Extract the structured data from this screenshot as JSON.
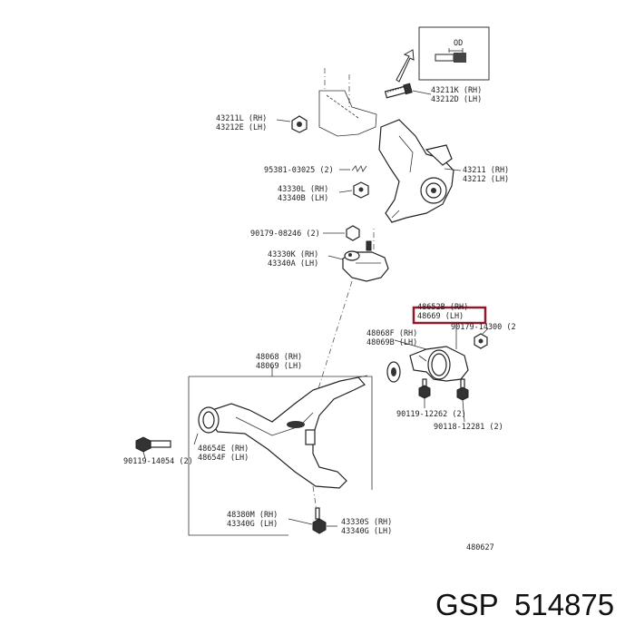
{
  "labels": {
    "od": "OD",
    "k43211k": "43211K (RH)",
    "k43212d": "43212D (LH)",
    "k43211l": "43211L (RH)",
    "k43212e": "43212E (LH)",
    "k95381": "95381-03025 (2)",
    "k43211": "43211 (RH)",
    "k43212": "43212 (LH)",
    "k43330l": "43330L (RH)",
    "k43340b": "43340B (LH)",
    "k90179a": "90179-08246 (2)",
    "k43330k": "43330K (RH)",
    "k43340a": "43340A (LH)",
    "k48652b": "48652B (RH)",
    "k48669": "48669   (LH)",
    "k90179b": "90179-14300 (2",
    "k48068f": "48068F (RH)",
    "k48069b": "48069B (LH)",
    "k48068": "48068 (RH)",
    "k48069": "48069 (LH)",
    "k90119a": "90119-12262 (2)",
    "k90118": "90118-12281 (2)",
    "k90119b": "90119-14054 (2)",
    "k48654e": "48654E (RH)",
    "k48654f": "48654F (LH)",
    "k48380m": "48380M (RH)",
    "k43340g1": "43340G (LH)",
    "k43330s": "43330S (RH)",
    "k43340g2": "43340G (LH)",
    "code": "480627"
  },
  "footer": {
    "brand": "GSP",
    "part_number": "514875"
  },
  "colors": {
    "highlight": "#8b1a2b",
    "line": "#333333"
  }
}
